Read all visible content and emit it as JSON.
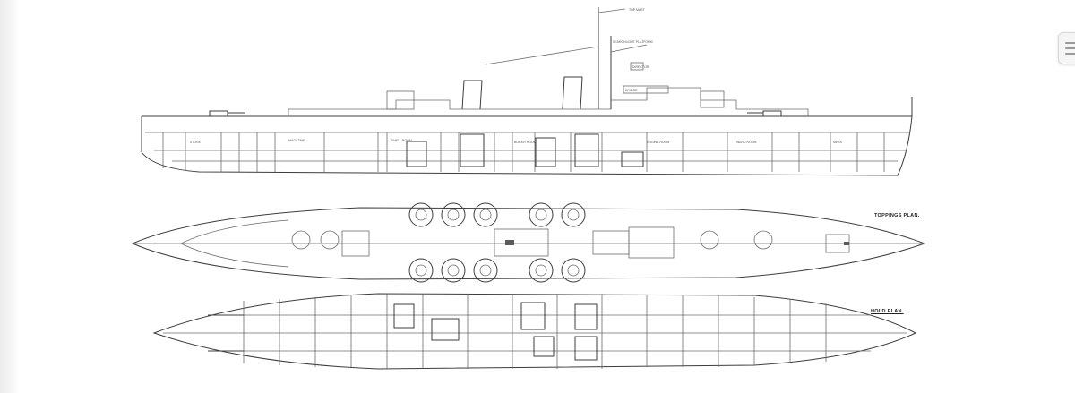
{
  "drawing": {
    "labels": {
      "topmast": "TOP MAST",
      "searchlight_platform": "SEARCHLIGHT PLATFORM",
      "director": "DIRECTOR",
      "bridge": "BRIDGE",
      "engine_room": "ENGINE ROOM",
      "boiler_room": "BOILER ROOM",
      "magazine": "MAGAZINE",
      "store": "STORE",
      "shell_room": "SHELL ROOM",
      "wardroom": "WARD ROOM",
      "mess": "MESS"
    },
    "plans": {
      "upper": {
        "title": "TOPPINGS PLAN."
      },
      "hold": {
        "title": "HOLD PLAN."
      }
    }
  },
  "ui": {
    "menu_icon": "hamburger-icon"
  },
  "colors": {
    "line": "#6b6b6b",
    "ink": "#3d3d3d",
    "paper": "#ffffff"
  }
}
